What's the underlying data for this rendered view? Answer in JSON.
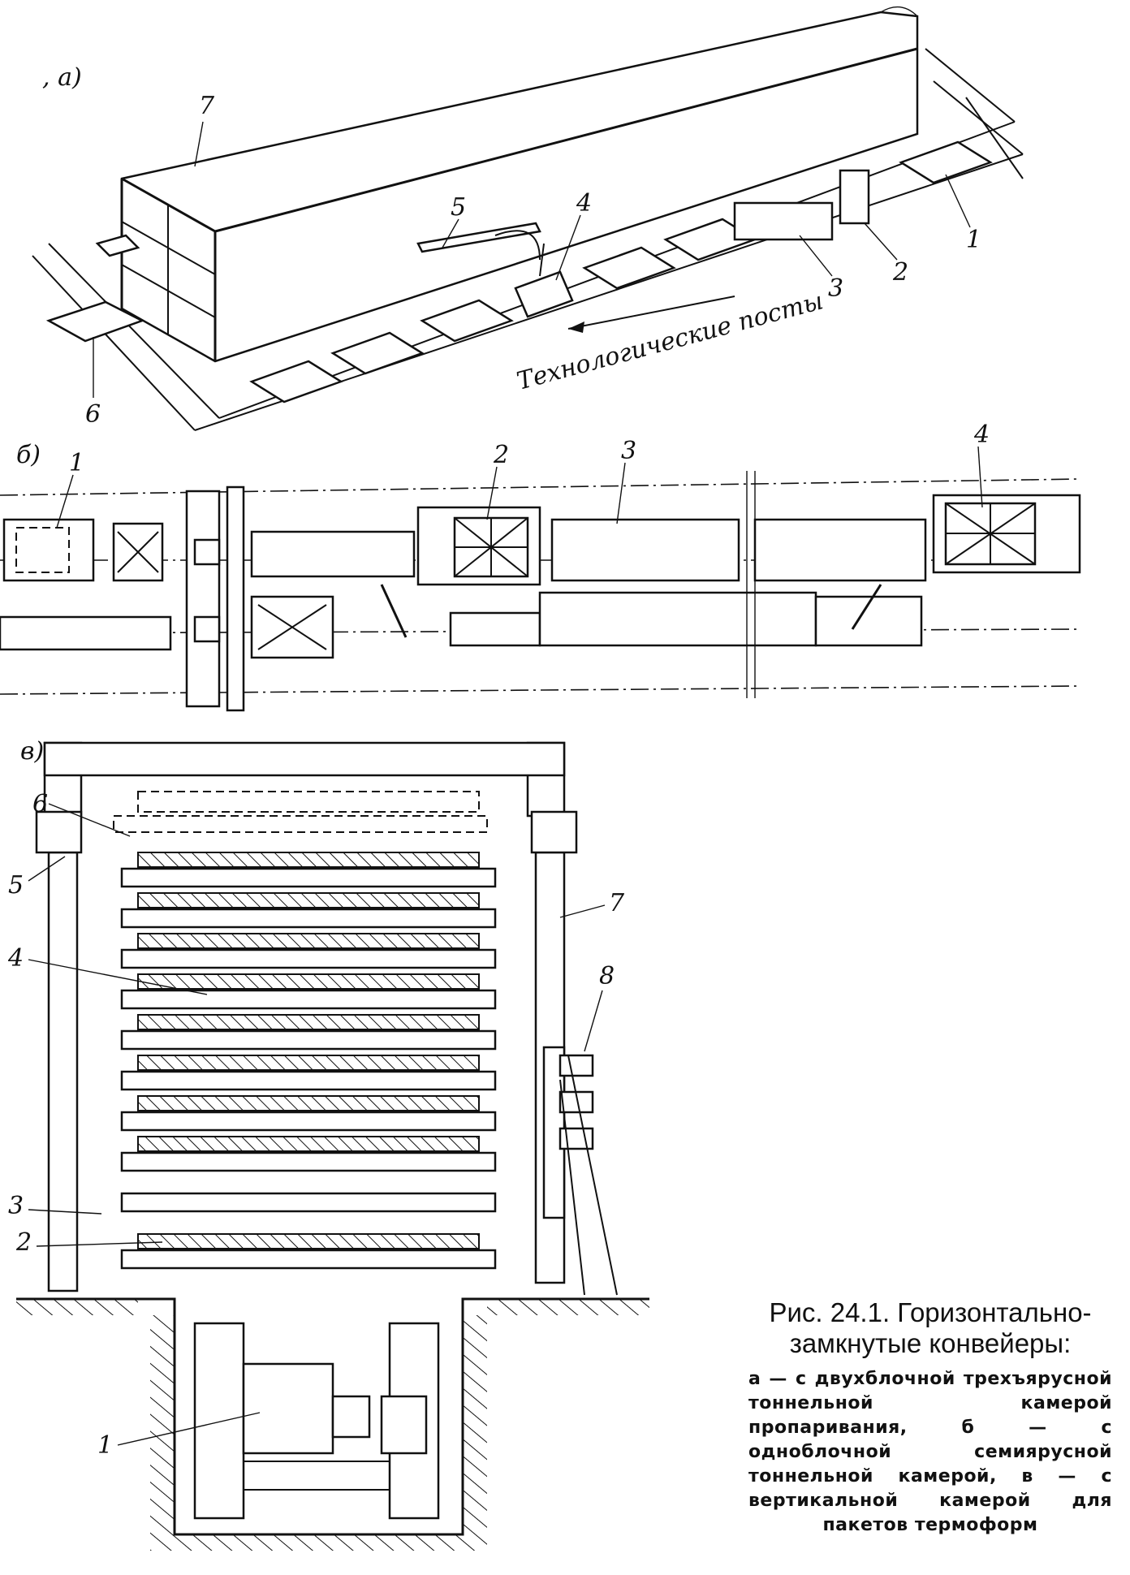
{
  "panel_a": {
    "label": ", а)",
    "callouts": [
      "7",
      "5",
      "4",
      "3",
      "2",
      "1",
      "6"
    ],
    "posts_label": "Технологические посты"
  },
  "panel_b": {
    "label": "б)",
    "callouts": [
      "1",
      "2",
      "3",
      "4"
    ]
  },
  "panel_v": {
    "label": "в)",
    "callouts": [
      "6",
      "5",
      "4",
      "7",
      "8",
      "3",
      "2",
      "1"
    ]
  },
  "caption": {
    "title_line1": "Рис. 24.1. Горизонтально-",
    "title_line2": "замкнутые конвейеры:",
    "text": "а — с двухблочной трехъярусной тоннельной камерой пропаривания, б — с одноблочной семиярусной тоннельной камерой, в — с вертикальной камерой для пакетов термоформ"
  }
}
